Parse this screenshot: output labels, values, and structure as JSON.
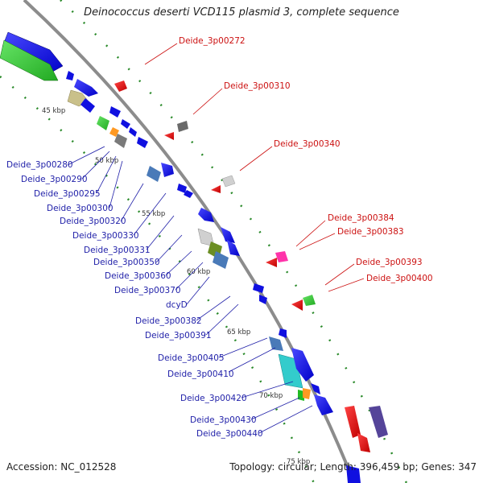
{
  "title": "Deinococcus deserti VCD115 plasmid 3, complete sequence",
  "footer": {
    "accession": "Accession: NC_012528",
    "summary": "Topology: circular; Length: 396,459 bp; Genes: 347"
  },
  "ticks": [
    "45 kbp",
    "50 kbp",
    "55 kbp",
    "60 kbp",
    "65 kbp",
    "70 kbp",
    "75 kbp"
  ],
  "labels_forward": [
    "Deide_3p00280",
    "Deide_3p00290",
    "Deide_3p00295",
    "Deide_3p00300",
    "Deide_3p00320",
    "Deide_3p00330",
    "Deide_3p00331",
    "Deide_3p00350",
    "Deide_3p00360",
    "Deide_3p00370",
    "dcyD",
    "Deide_3p00382",
    "Deide_3p00391",
    "Deide_3p00405",
    "Deide_3p00410",
    "Deide_3p00420",
    "Deide_3p00430",
    "Deide_3p00440"
  ],
  "labels_reverse": [
    "Deide_3p00272",
    "Deide_3p00310",
    "Deide_3p00340",
    "Deide_3p00384",
    "Deide_3p00383",
    "Deide_3p00393",
    "Deide_3p00400"
  ],
  "colors": {
    "forward_label": "#1f1fa8",
    "reverse_label": "#cc1111",
    "backbone": "#8c8c8c",
    "forward_gene": "#1010e0",
    "reverse_gene": "#e01010",
    "rna_gene": "#22bb22"
  }
}
